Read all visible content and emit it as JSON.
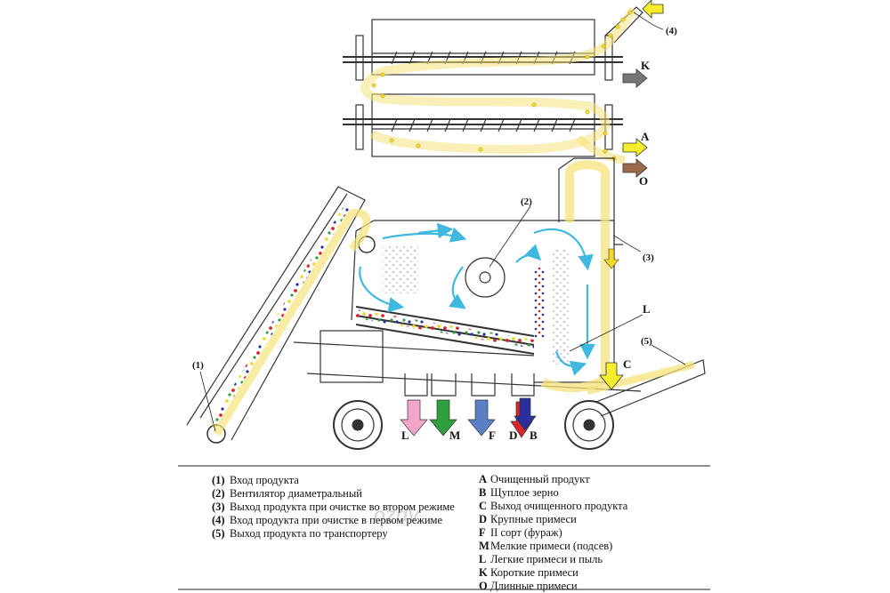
{
  "diagram_labels": {
    "n1": "(1)",
    "n2": "(2)",
    "n3": "(3)",
    "n4": "(4)",
    "n5": "(5)",
    "K": "K",
    "A": "A",
    "O": "O",
    "L_top": "L",
    "C": "C",
    "bin_L": "L",
    "bin_M": "M",
    "bin_F": "F",
    "bin_D": "D",
    "bin_B": "B"
  },
  "legend_left": [
    {
      "code": "(1)",
      "text": "Вход продукта"
    },
    {
      "code": "(2)",
      "text": "Вентилятор диаметральный"
    },
    {
      "code": "(3)",
      "text": "Выход продукта при очистке во втором режиме"
    },
    {
      "code": "(4)",
      "text": "Вход продукта при очистке в первом режиме"
    },
    {
      "code": "(5)",
      "text": "Выход продукта по транспортеру"
    }
  ],
  "legend_right": [
    {
      "code": "A",
      "text": "Очищенный продукт"
    },
    {
      "code": "B",
      "text": "Щуплое зерно"
    },
    {
      "code": "C",
      "text": "Выход очищенного продукта"
    },
    {
      "code": "D",
      "text": "Крупные примеси"
    },
    {
      "code": "F",
      "text": "II сорт (фураж)"
    },
    {
      "code": "M",
      "text": "Мелкие примеси (подсев)"
    },
    {
      "code": "L",
      "text": "Легкие примеси и пыль"
    },
    {
      "code": "K",
      "text": "Короткие примеси"
    },
    {
      "code": "O",
      "text": "Длинные примеси"
    }
  ],
  "watermark": "ozdv",
  "colors": {
    "grain": "#f2d92a",
    "line": "#333333",
    "air": "#3fb8e0",
    "arrow_L": "#f4a6c8",
    "arrow_M": "#2e9e3e",
    "arrow_F": "#5b7fc4",
    "arrow_D": "#d9262c",
    "arrow_B": "#2b2f9e",
    "arrow_A": "#f6ee2c",
    "arrow_K": "#777777",
    "arrow_O": "#9a6a4a",
    "arrow_C": "#f6ee2c",
    "arrow_4": "#f6ee2c"
  }
}
